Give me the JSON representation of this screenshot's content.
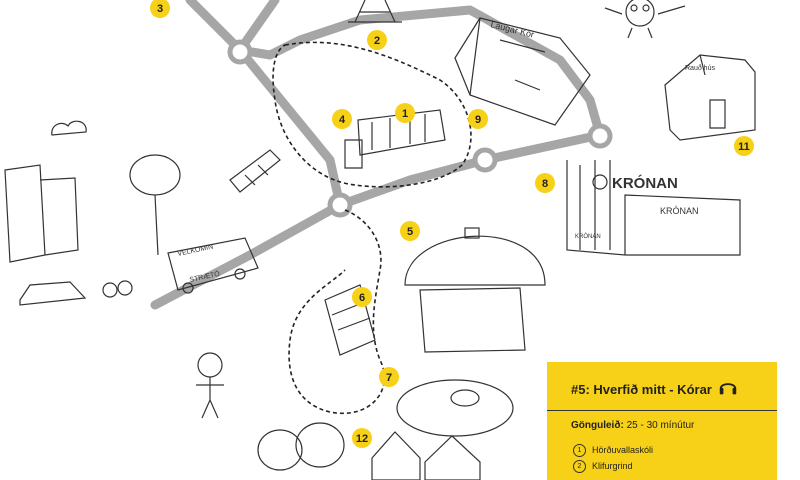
{
  "markers": [
    {
      "number": "1"
    },
    {
      "number": "2"
    },
    {
      "number": "3"
    },
    {
      "number": "4"
    },
    {
      "number": "5"
    },
    {
      "number": "6"
    },
    {
      "number": "7"
    },
    {
      "number": "8"
    },
    {
      "number": "9"
    },
    {
      "number": "11"
    },
    {
      "number": "12"
    }
  ],
  "signs": {
    "kronan_big": "KRÓNAN",
    "kronan_small": "KRÓNAN",
    "kronan_door": "KRÓNAN",
    "bus_welcome": "VELKOMIN",
    "bus_route": "STRÆTÓ",
    "bar_sign": "Laugar Kór",
    "house_sign": "Rauð hús"
  },
  "info_panel": {
    "title": "#5: Hverfið mitt - Kórar",
    "headphones_icon": "headphones-icon",
    "walk_label": "Gönguleið:",
    "walk_duration": "25 - 30 mínútur",
    "stops": [
      {
        "num": "1",
        "name": "Hörðuvallaskóli"
      },
      {
        "num": "2",
        "name": "Klifurgrind"
      }
    ]
  },
  "colors": {
    "marker": "#f7d117",
    "road": "#a6a6a6",
    "panel": "#f7d117"
  }
}
